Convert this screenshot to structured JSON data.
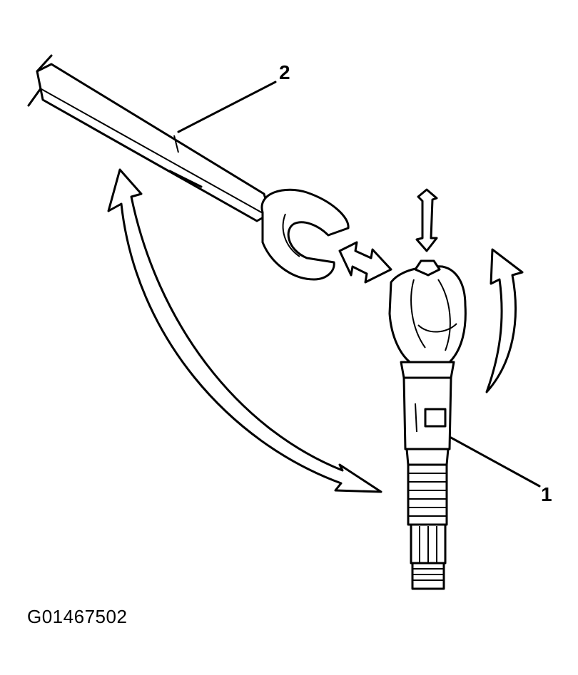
{
  "callouts": {
    "one": "1",
    "two": "2"
  },
  "figure_code": "G01467502",
  "colors": {
    "ink": "#000000",
    "paper": "#ffffff"
  }
}
